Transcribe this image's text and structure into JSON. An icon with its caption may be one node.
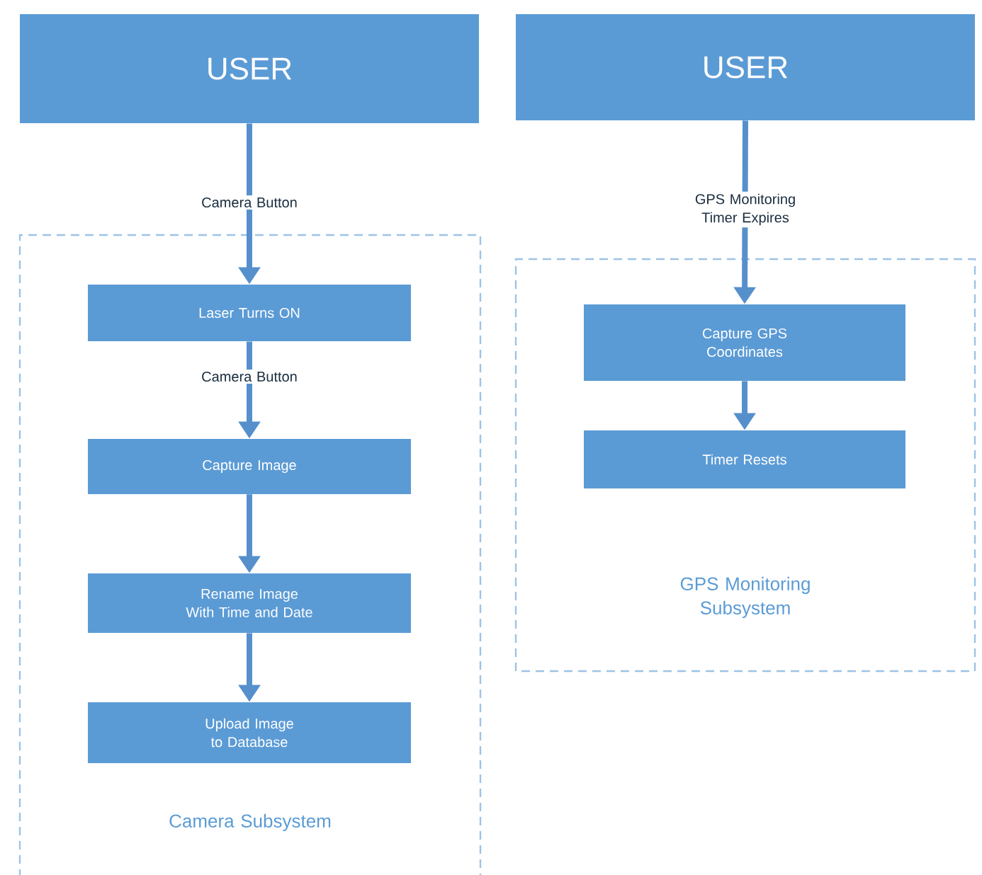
{
  "diagram": {
    "nodes": [
      {
        "text": [
          "USER"
        ]
      },
      {
        "text": [
          "USER"
        ]
      },
      {
        "text": [
          "Camera Subsystem"
        ]
      },
      {
        "text": [
          "Laser Turns ON"
        ],
        "in": 2
      },
      {
        "text": [
          "Capture Image"
        ],
        "in": 2
      },
      {
        "text": [
          "Rename Image With Time and Date"
        ],
        "in": 2
      },
      {
        "text": [
          "Upload Image to Database"
        ],
        "in": 2
      },
      {
        "text": [
          "GPS Monitoring Subsystem"
        ]
      },
      {
        "text": [
          "Capture GPS Coordinates"
        ],
        "in": 7
      },
      {
        "text": [
          "Timer Resets"
        ],
        "in": 7
      }
    ],
    "edges": [
      {
        "from": 0,
        "to": 3,
        "arrow": "to",
        "label": "Camera Button"
      },
      {
        "from": 3,
        "to": 4,
        "arrow": "to",
        "label": "Camera Button"
      },
      {
        "from": 4,
        "to": 5,
        "arrow": "to"
      },
      {
        "from": 5,
        "to": 6,
        "arrow": "to"
      },
      {
        "from": 1,
        "to": 8,
        "arrow": "to",
        "label": "GPS Monitoring Timer Expires"
      },
      {
        "from": 8,
        "to": 9,
        "arrow": "to"
      }
    ]
  }
}
